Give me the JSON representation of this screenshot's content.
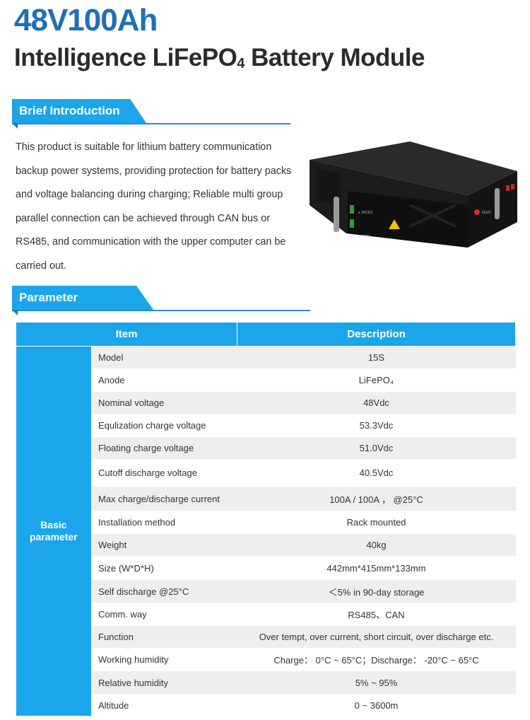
{
  "header": {
    "model": "48V100Ah",
    "title_main": "Intelligence LiFePO",
    "title_sub": "4",
    "title_end": " Battery Module"
  },
  "intro": {
    "heading": "Brief Introduction",
    "text": "This product is suitable for lithium battery communication backup power systems, providing protection for battery packs and voltage balancing during charging; Reliable multi group parallel connection can be achieved through CAN bus or RS485, and communication with the upper computer can be carried out."
  },
  "device_labels": {
    "dc": "+ DV/DC",
    "com": "+ COM",
    "button": "RESET"
  },
  "parameters": {
    "heading": "Parameter",
    "col_item": "Item",
    "col_desc": "Description",
    "group": "Basic parameter",
    "rows": [
      {
        "name": "Model",
        "value": "15S"
      },
      {
        "name": "Anode",
        "value": "LiFePO₄"
      },
      {
        "name": "Nominal voltage",
        "value": "48Vdc"
      },
      {
        "name": "Equlization charge voltage",
        "value": "53.3Vdc"
      },
      {
        "name": "Floating charge voltage",
        "value": "51.0Vdc"
      },
      {
        "name": "Cutoff discharge voltage",
        "value": "40.5Vdc"
      },
      {
        "name": "Max charge/discharge current",
        "value": "100A / 100A ， @25°C"
      },
      {
        "name": "Installation method",
        "value": "Rack mounted"
      },
      {
        "name": "Weight",
        "value": "40kg"
      },
      {
        "name": "Size (W*D*H)",
        "value": "442mm*415mm*133mm"
      },
      {
        "name": "Self discharge @25°C",
        "value": "＜5% in 90-day storage"
      },
      {
        "name": "Comm. way",
        "value": "RS485、CAN"
      },
      {
        "name": "Function",
        "value": "Over tempt, over current, short circuit, over discharge etc."
      },
      {
        "name": "Working humidity",
        "value": "Charge： 0°C ~ 65°C；Discharge： -20°C ~ 65°C"
      },
      {
        "name": "Relative humidity",
        "value": "5% ~ 95%"
      },
      {
        "name": "Altitude",
        "value": "0 ~ 3600m"
      }
    ]
  }
}
